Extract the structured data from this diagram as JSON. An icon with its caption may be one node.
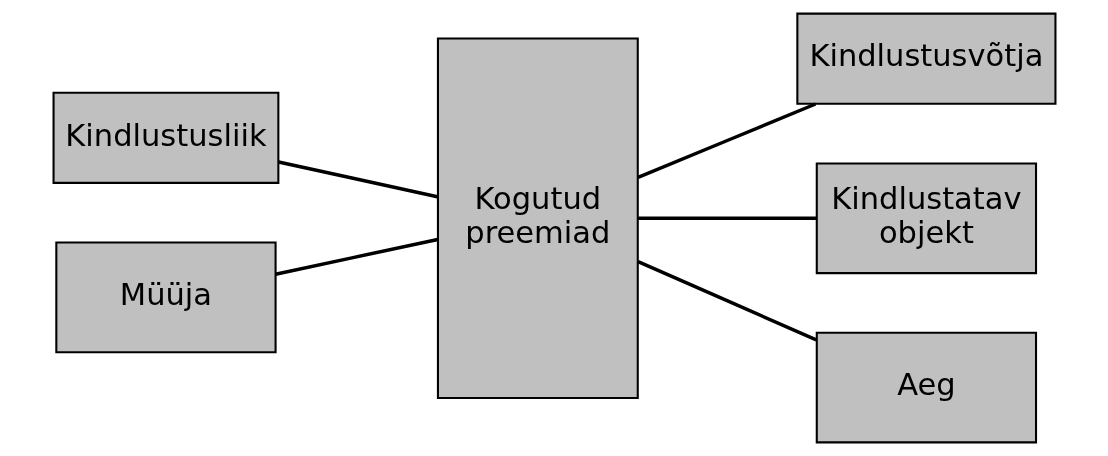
{
  "diagram": {
    "nodes": [
      {
        "text": [
          "Kindlustusliik"
        ]
      },
      {
        "text": [
          "Kogutud preemiad"
        ]
      },
      {
        "text": [
          "Kindlustusvõtja"
        ]
      },
      {
        "text": [
          "Kindlustatav objekt"
        ]
      },
      {
        "text": [
          "Müüja"
        ]
      },
      {
        "text": [
          "Aeg"
        ]
      }
    ],
    "edges": [
      {
        "from": 0,
        "to": 1,
        "arrow": "none"
      },
      {
        "from": 1,
        "to": 2,
        "arrow": "none"
      },
      {
        "from": 1,
        "to": 3,
        "arrow": "none"
      },
      {
        "from": 4,
        "to": 1,
        "arrow": "none"
      },
      {
        "from": 1,
        "to": 5,
        "arrow": "none"
      }
    ]
  }
}
